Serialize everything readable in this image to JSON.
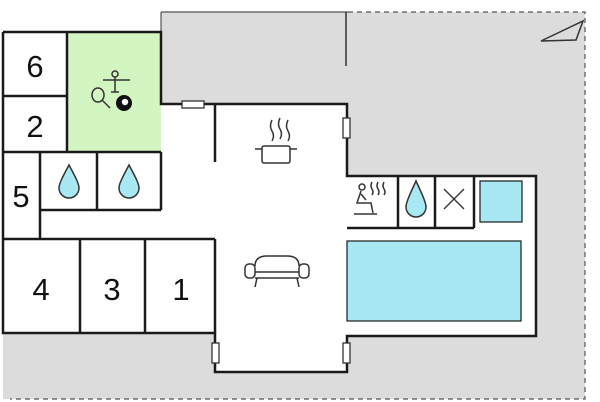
{
  "floorplan": {
    "room_labels": [
      "6",
      "2",
      "5",
      "4",
      "3",
      "1"
    ],
    "colors": {
      "outdoor_area": "#dcdcdc",
      "building": "#ffffff",
      "wall": "#1a1a1a",
      "game_room": "#d3f5c1",
      "pool_water": "#a8e8f2",
      "icon_stroke": "#333333"
    },
    "icons": [
      "north-arrow-icon",
      "table-football-icon",
      "ping-pong-icon",
      "billiard-ball-icon",
      "cooking-pot-icon",
      "sofa-icon",
      "shower-drop-icon",
      "sauna-icon",
      "cross-icon"
    ]
  }
}
